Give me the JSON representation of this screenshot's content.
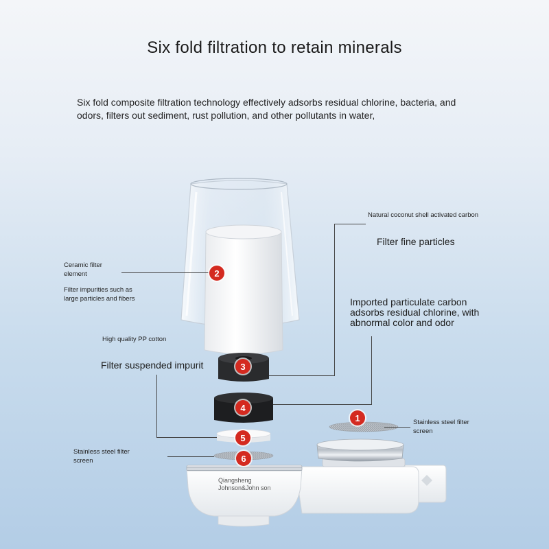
{
  "header": {
    "title": "Six fold filtration to retain minerals",
    "intro": "Six fold composite filtration technology effectively adsorbs residual chlorine, bacteria, and odors, filters out sediment, rust pollution, and other pollutants in water,"
  },
  "callouts": {
    "c1": {
      "badge": "1",
      "label": "Stainless steel filter screen"
    },
    "c2": {
      "badge": "2",
      "name": "Ceramic filter element",
      "desc": "Filter impurities such as large particles and fibers"
    },
    "c3": {
      "badge": "3",
      "name": "High quality PP cotton",
      "desc": "Filter suspended impurit"
    },
    "c4": {
      "badge": "4",
      "name": "Imported particulate carbon adsorbs residual chlorine, with abnormal color and odor"
    },
    "c5": {
      "badge": "5"
    },
    "c6": {
      "badge": "6",
      "label": "Stainless steel filter screen"
    },
    "coconut": {
      "name": "Natural coconut shell activated carbon",
      "desc": "Filter fine particles"
    }
  },
  "product": {
    "brand": "Qiangsheng Johnson&John son"
  },
  "colors": {
    "badge": "#d42a20",
    "background_top": "#f4f6f9",
    "background_bottom": "#b3cde6"
  }
}
